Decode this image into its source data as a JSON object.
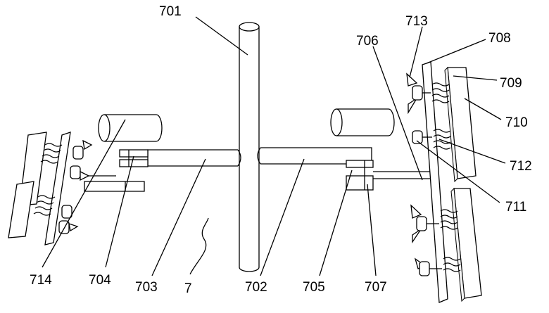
{
  "figure": {
    "labels": {
      "l701": "701",
      "l713": "713",
      "l708": "708",
      "l706": "706",
      "l709": "709",
      "l710": "710",
      "l712": "712",
      "l711": "711",
      "l714": "714",
      "l704": "704",
      "l703": "703",
      "l7": "7",
      "l702": "702",
      "l705": "705",
      "l707": "707"
    }
  }
}
